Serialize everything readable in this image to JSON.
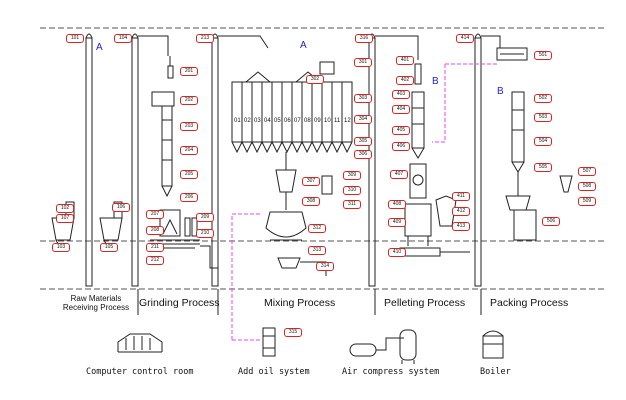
{
  "sections": {
    "raw_materials_line1": "Raw Materials",
    "raw_materials_line2": "Receiving Process",
    "grinding": "Grinding Process",
    "mixing": "Mixing Process",
    "pelleting": "Pelleting Process",
    "packing": "Packing Process"
  },
  "auxiliary": {
    "control_room": "Computer control room",
    "oil_system": "Add oil system",
    "air_system": "Air compress system",
    "boiler": "Boiler"
  },
  "markers": [
    "A",
    "A",
    "B",
    "B"
  ],
  "bin_numbers": [
    "01",
    "02",
    "03",
    "04",
    "05",
    "06",
    "07",
    "08",
    "09",
    "10",
    "11",
    "12"
  ],
  "tags": [
    "101",
    "102",
    "103",
    "104",
    "105",
    "106",
    "107",
    "201",
    "202",
    "203",
    "204",
    "205",
    "206",
    "207",
    "208",
    "209",
    "210",
    "211",
    "212",
    "213",
    "301",
    "302",
    "303",
    "304",
    "305",
    "306",
    "307",
    "308",
    "309",
    "310",
    "311",
    "312",
    "313",
    "314",
    "315",
    "316",
    "401",
    "402",
    "403",
    "404",
    "405",
    "406",
    "407",
    "408",
    "409",
    "410",
    "411",
    "412",
    "413",
    "414",
    "501",
    "502",
    "503",
    "504",
    "505",
    "506",
    "507",
    "508",
    "509"
  ],
  "colors": {
    "line": "#222222",
    "dashed_grid": "#555555",
    "tag_border": "#dd2222",
    "transfer_line": "#ee44ee",
    "marker_text": "#2222cc"
  }
}
